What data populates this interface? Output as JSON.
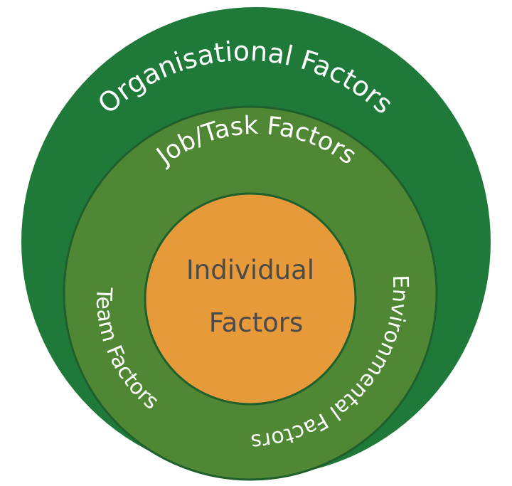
{
  "diagram": {
    "outer_ring": {
      "label": "Organisational Factors",
      "color": "#1f7a3a"
    },
    "middle_ring": {
      "labels": {
        "top": "Job/Task Factors",
        "left": "Team Factors",
        "right": "Environmental Factors"
      },
      "color": "#4f8734",
      "border_color": "#1f5f2c"
    },
    "center": {
      "line1": "Individual",
      "line2": "Factors",
      "color": "#e79a3a",
      "border_color": "#1f5f2c"
    }
  }
}
